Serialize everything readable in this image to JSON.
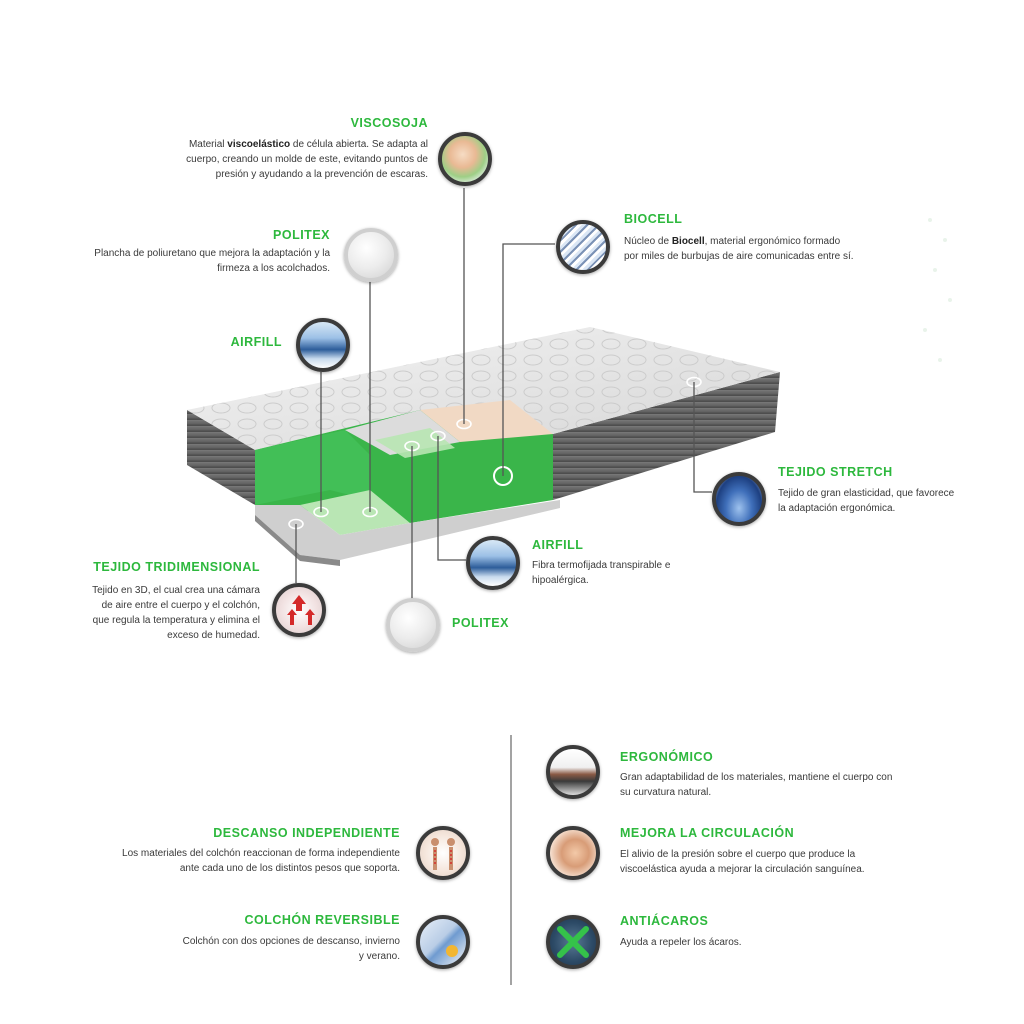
{
  "layers": {
    "viscosoja": {
      "title": "VISCOSOJA",
      "pre": "Material ",
      "bold": "viscoelástico",
      "post": " de célula abierta. Se adapta al cuerpo, creando un molde de este, evitando puntos de presión y ayudando a la prevención de escaras.",
      "icon": "foam-icon"
    },
    "biocell": {
      "title": "BIOCELL",
      "pre": "Núcleo de ",
      "bold": "Biocell",
      "post": ", material ergonómico formado por miles de burbujas de aire comunicadas entre sí.",
      "icon": "foam-cells-icon"
    },
    "politex_top": {
      "title": "POLITEX",
      "desc": "Plancha de poliuretano que mejora la adaptación y la firmeza a los acolchados.",
      "icon": "fabric-icon"
    },
    "airfill_top": {
      "title": "AIRFILL",
      "icon": "air-fiber-icon"
    },
    "tejido_stretch": {
      "title": "TEJIDO STRETCH",
      "desc": "Tejido de gran elasticidad, que favorece la adaptación ergonómica.",
      "icon": "stretch-fabric-icon"
    },
    "airfill_bottom": {
      "title": "AIRFILL",
      "desc": "Fibra termofijada transpirable e hipoalérgica.",
      "icon": "air-fiber-icon"
    },
    "tejido_tridimensional": {
      "title": "TEJIDO TRIDIMENSIONAL",
      "desc": "Tejido en 3D, el cual crea una cámara de aire entre el cuerpo y el colchón, que regula la temperatura y elimina el exceso de humedad.",
      "icon": "3d-fabric-icon"
    },
    "politex_bottom": {
      "title": "POLITEX",
      "icon": "fabric-icon"
    }
  },
  "features": {
    "ergonomico": {
      "title": "ERGONÓMICO",
      "desc": "Gran adaptabilidad de los materiales, mantiene el cuerpo con su curvatura natural.",
      "icon": "body-icon"
    },
    "circulacion": {
      "title": "MEJORA LA CIRCULACIÓN",
      "desc": "El alivio de la presión sobre el cuerpo que produce la viscoelástica ayuda a mejorar la circulación sanguínea.",
      "icon": "back-icon"
    },
    "antiacaros": {
      "title": "ANTIÁCAROS",
      "desc": "Ayuda a repeler los ácaros.",
      "icon": "mite-cross-icon"
    },
    "descanso": {
      "title": "DESCANSO INDEPENDIENTE",
      "desc": "Los materiales del colchón reaccionan de forma independiente ante cada uno de los distintos pesos que soporta.",
      "icon": "couple-icon"
    },
    "reversible": {
      "title": "COLCHÓN REVERSIBLE",
      "desc": "Colchón con dos opciones de descanso, invierno y verano.",
      "icon": "season-icon"
    }
  },
  "colors": {
    "accent": "#2db83d",
    "layer_green": "#3ab54a",
    "viscosoja": "#f1d9c4",
    "cover": "#e8e8e8",
    "side": "#5a5a5a"
  }
}
